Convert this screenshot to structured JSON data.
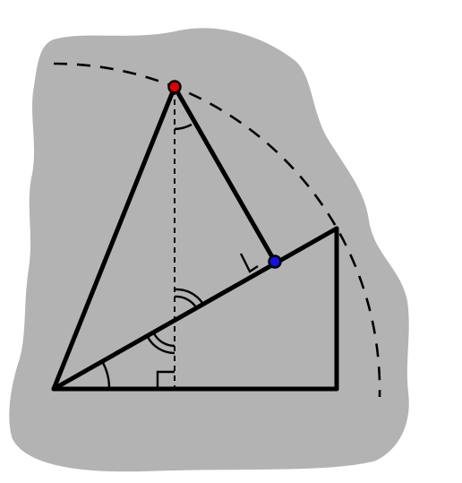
{
  "diagram": {
    "background_color": "#ffffff",
    "blob_color": "#b3b3b3",
    "stroke_color": "#000000",
    "points": [
      {
        "name": "apex-point",
        "color": "#e00000"
      },
      {
        "name": "foot-point",
        "color": "#1010e0"
      }
    ],
    "elements": [
      "dashed-arc",
      "main-triangle",
      "right-triangle",
      "dashed-altitude",
      "perpendicular-segment",
      "angle-arcs",
      "right-angle-markers"
    ]
  }
}
